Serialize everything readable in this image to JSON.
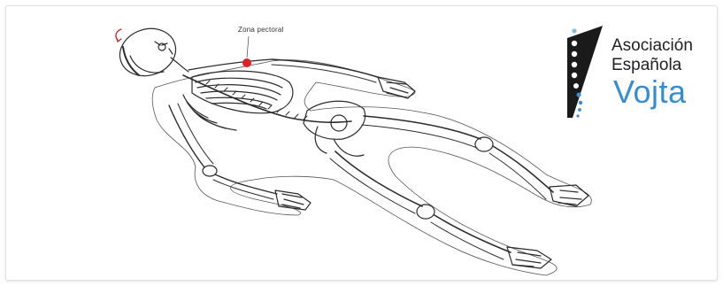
{
  "annotation": {
    "label": "Zona pectoral",
    "marker_color": "#d8232a"
  },
  "logo": {
    "line1": "Asociación",
    "line2": "Española",
    "line3": "Vojta",
    "dark_color": "#1a1a1a",
    "accent_color": "#3a8dc9"
  },
  "illustration": {
    "subject": "skeleton-line-drawing"
  }
}
